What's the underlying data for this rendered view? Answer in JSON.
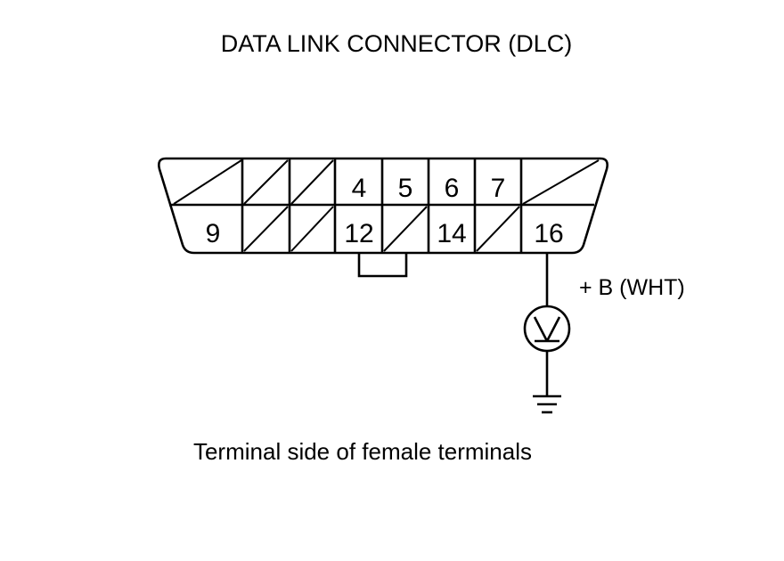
{
  "title": "DATA LINK CONNECTOR (DLC)",
  "connector": {
    "top_row_pins": [
      "4",
      "5",
      "6",
      "7"
    ],
    "bottom_row_pins": [
      "9",
      "12",
      "14",
      "16"
    ]
  },
  "probe": {
    "wire_label": "+ B (WHT)",
    "meter_icon": "voltmeter-icon",
    "ground_icon": "ground-icon"
  },
  "caption": "Terminal side of female terminals",
  "colors": {
    "line": "#000000",
    "background": "#ffffff"
  }
}
